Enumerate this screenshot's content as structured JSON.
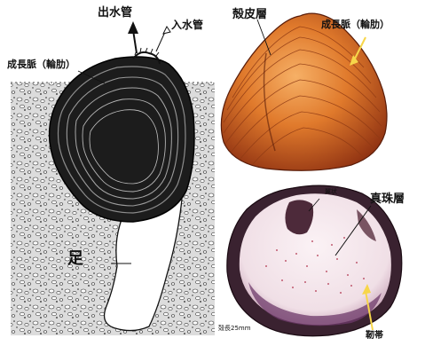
{
  "labels": {
    "excurrent_siphon": "出水管",
    "incurrent_siphon": "入水管",
    "growth_rings_left": "成長脈（輪肋）",
    "foot": "足",
    "scale": "殻長25mm",
    "periostracum": "殻皮層",
    "growth_rings_right": "成長脈（輪肋）",
    "nacre": "真珠層",
    "small_tag_1": "翼状",
    "small_tag_2": "靭帯"
  },
  "colors": {
    "shell_orange": "#e07a2c",
    "shell_dark": "#8a2d10",
    "nacre_pink": "#f3e4ea",
    "nacre_purple": "#6e3a6a",
    "sediment_bg": "#d8d8d8"
  }
}
